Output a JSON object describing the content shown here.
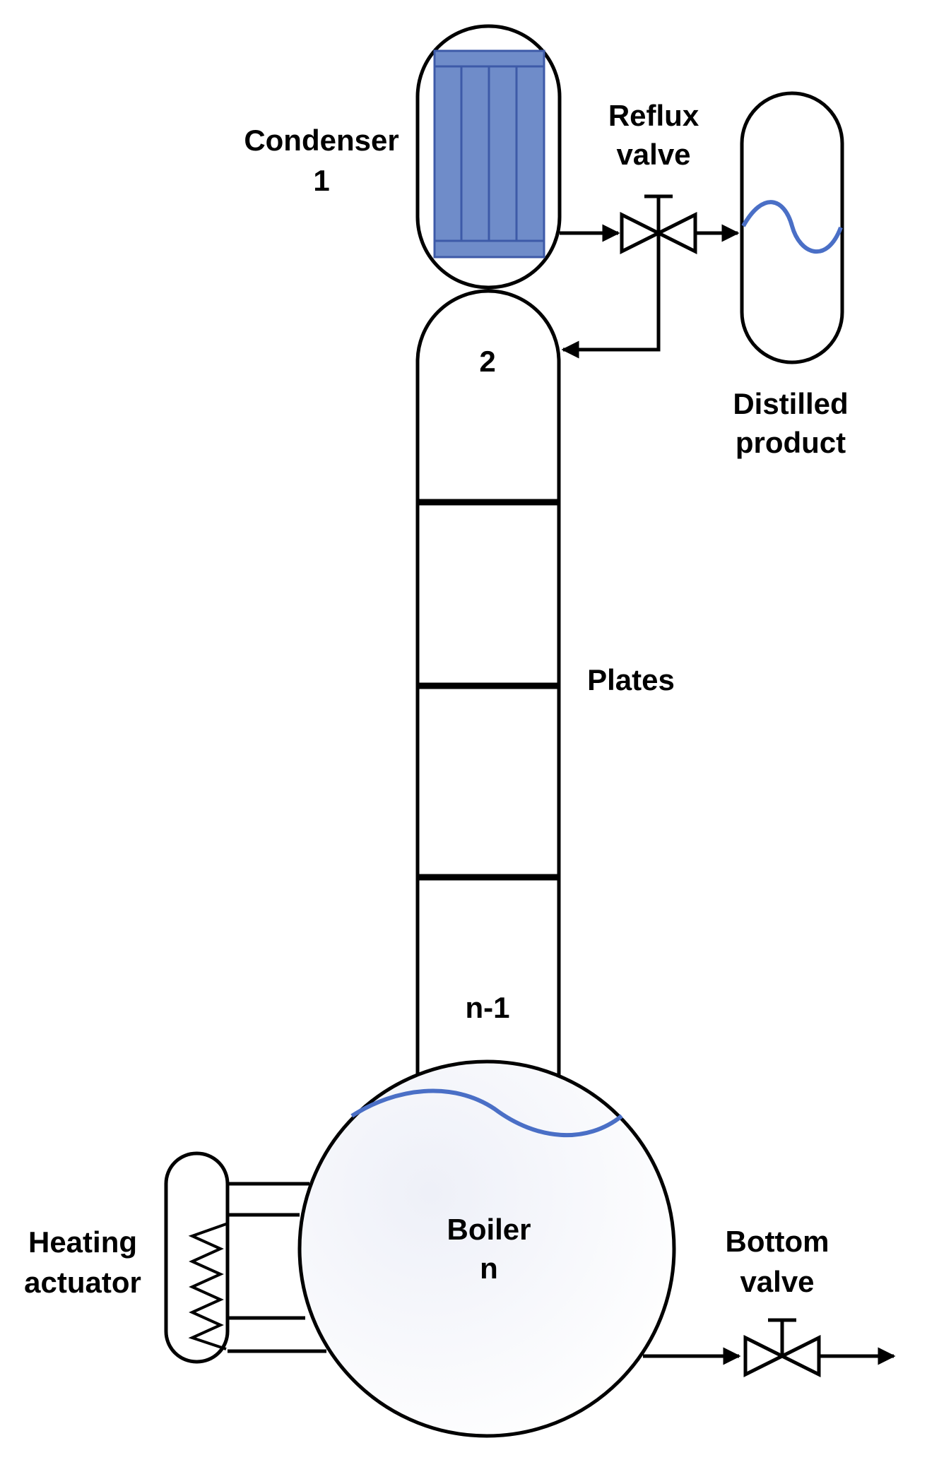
{
  "labels": {
    "condenser": "Condenser",
    "condenser_number": "1",
    "reflux_line1": "Reflux",
    "reflux_line2": "valve",
    "distilled_line1": "Distilled",
    "distilled_line2": "product",
    "top_stage": "2",
    "plates": "Plates",
    "stage_n_minus_1": "n-1",
    "boiler": "Boiler",
    "boiler_number": "n",
    "heating_line1": "Heating",
    "heating_line2": "actuator",
    "bottom_line1": "Bottom",
    "bottom_line2": "valve"
  },
  "colors": {
    "line": "#000000",
    "condenser_fill": "#6f8cc9",
    "condenser_stroke": "#3d5aa8",
    "liquid": "#4a6fc6",
    "background": "#ffffff"
  }
}
